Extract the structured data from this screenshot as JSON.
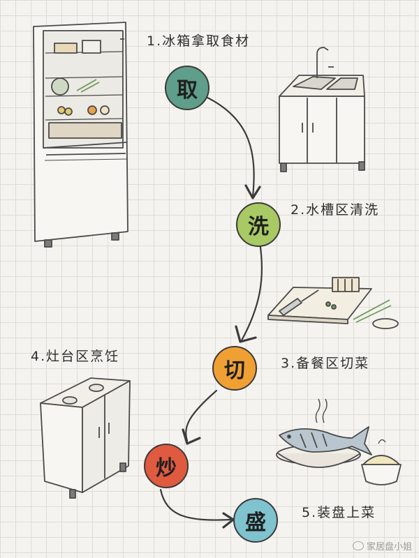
{
  "steps": [
    {
      "label": "1.冰箱拿取食材",
      "char": "取",
      "color": "#5f9e8a"
    },
    {
      "label": "2.水槽区清洗",
      "char": "洗",
      "color": "#a8c964"
    },
    {
      "label": "3.备餐区切菜",
      "char": "切",
      "color": "#f0a033"
    },
    {
      "label": "4.灶台区烹饪",
      "char": "炒",
      "color": "#e05a3f"
    },
    {
      "label": "5.装盘上菜",
      "char": "盛",
      "color": "#7fc3cf"
    }
  ],
  "watermark": "家居盘小姐",
  "icons": {
    "fridge": "refrigerator-icon",
    "sink": "sink-icon",
    "board": "cutting-board-icon",
    "stove": "stove-icon",
    "plate": "fish-plate-icon",
    "rice": "rice-bowl-icon"
  }
}
